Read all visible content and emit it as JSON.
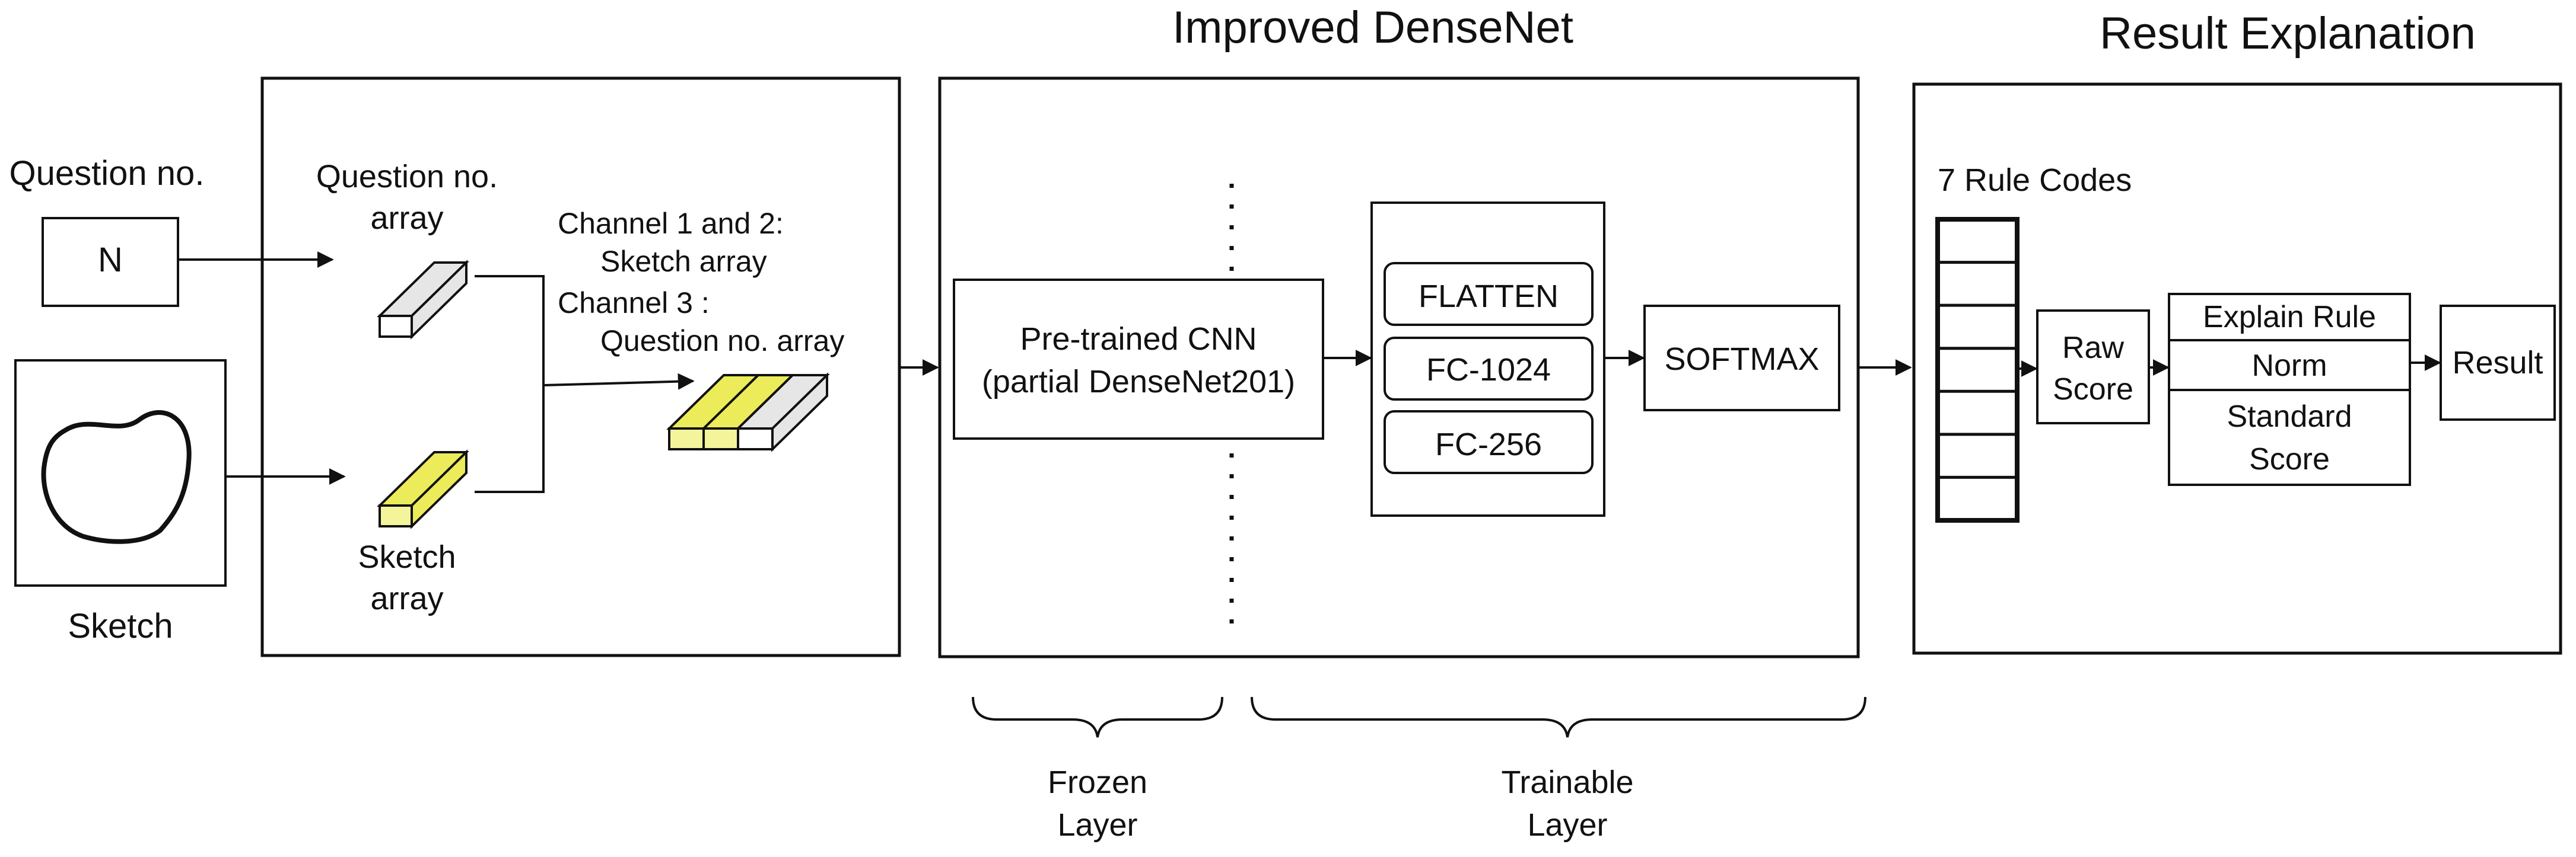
{
  "colors": {
    "stroke": "#111111",
    "array_fill": "#ecec5a",
    "array_fill_light": "#f4f49a",
    "array_grey": "#e6e6e6",
    "background": "#ffffff"
  },
  "inputs": {
    "question_label": "Question no.",
    "question_box_text": "N",
    "sketch_label": "Sketch"
  },
  "preprocess": {
    "question_array_label": [
      "Question no.",
      "array"
    ],
    "sketch_array_label": [
      "Sketch",
      "array"
    ],
    "channel_text": [
      "Channel 1 and 2:",
      "Sketch array",
      "Channel 3 :",
      "Question no. array"
    ]
  },
  "densenet": {
    "title": "Improved DenseNet",
    "pretrained": [
      "Pre-trained CNN",
      "(partial DenseNet201)"
    ],
    "layers": [
      "FLATTEN",
      "FC-1024",
      "FC-256"
    ],
    "softmax": "SOFTMAX",
    "frozen_label": [
      "Frozen",
      "Layer"
    ],
    "trainable_label": [
      "Trainable",
      "Layer"
    ]
  },
  "result": {
    "title": "Result Explanation",
    "rule_codes_label": "7 Rule Codes",
    "rule_code_count": 7,
    "raw_score": [
      "Raw",
      "Score"
    ],
    "explain_rule": "Explain Rule",
    "norm": "Norm",
    "standard_score": [
      "Standard",
      "Score"
    ],
    "result": "Result"
  }
}
